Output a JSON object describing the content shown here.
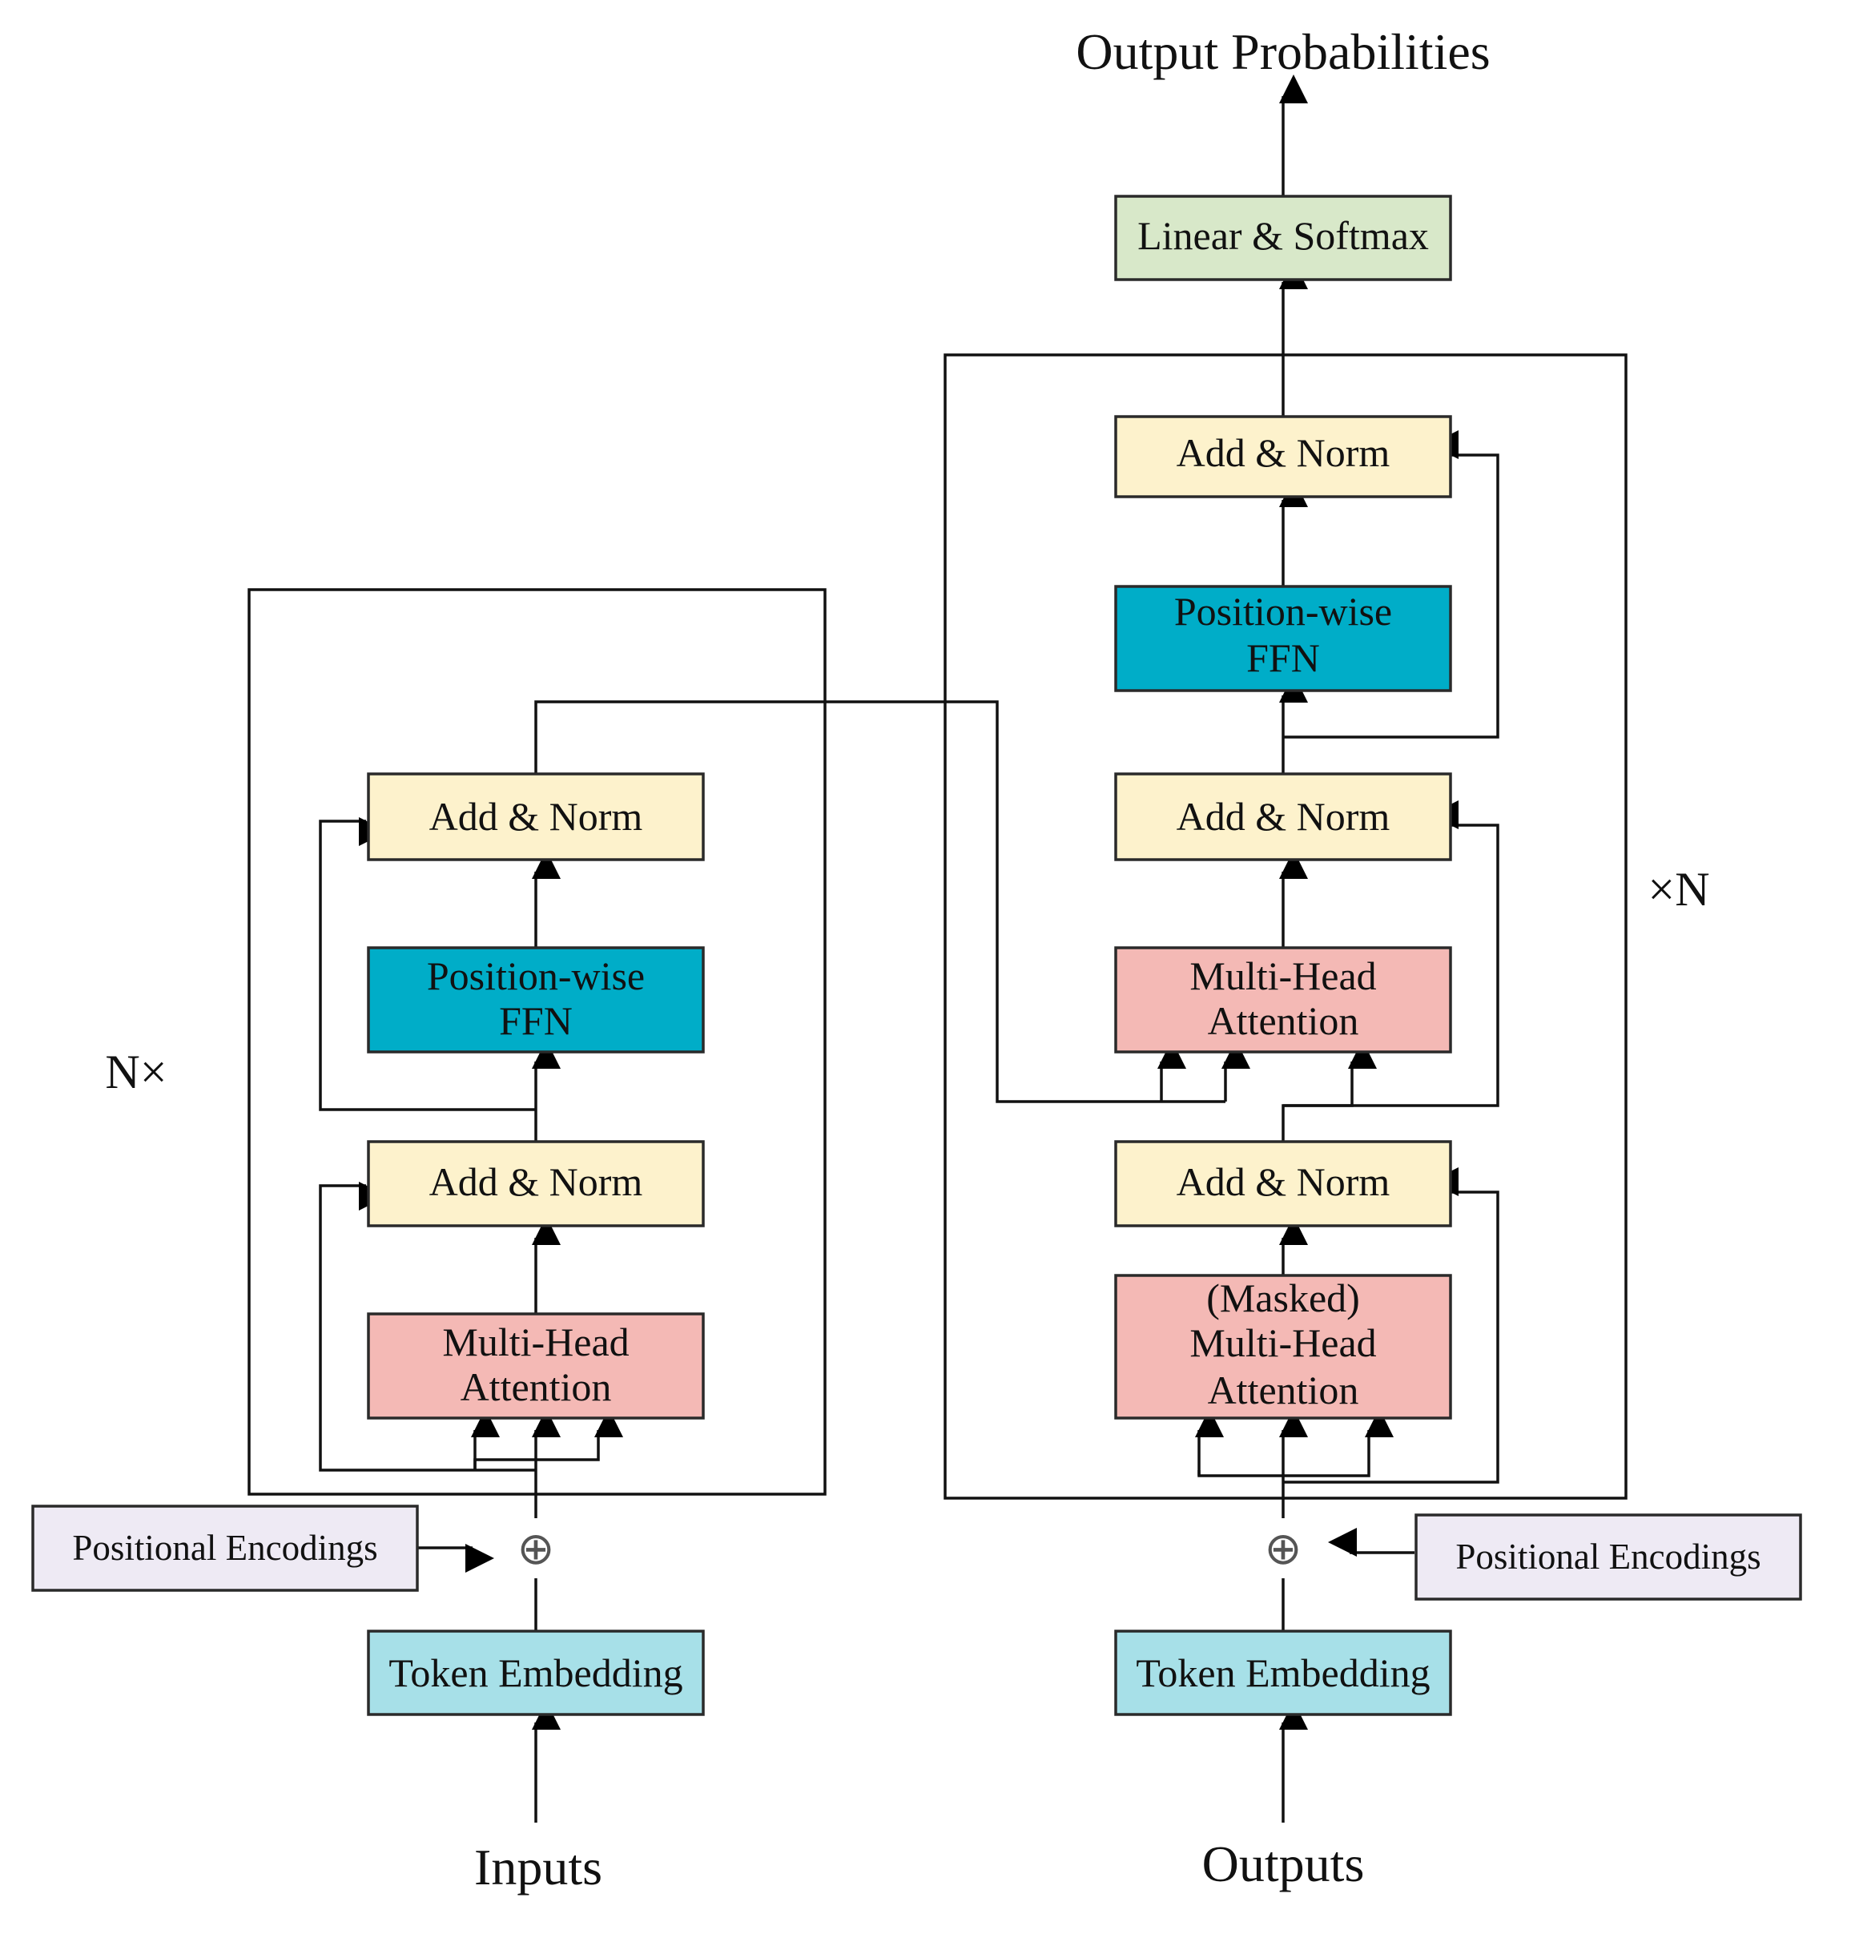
{
  "title": "Output Probabilities",
  "colors": {
    "add_norm": "#fdf2cc",
    "ffn": "#00adc8",
    "attention": "#f4b9b5",
    "linear_softmax": "#d8e8c9",
    "embedding": "#a7e0e8",
    "positional": "#eeeaf4"
  },
  "encoder": {
    "repeat_label": "N×",
    "input_label": "Inputs",
    "token_embedding": "Token Embedding",
    "positional_encodings": "Positional Encodings",
    "add_symbol": "⊕",
    "attention": [
      "Multi-Head",
      "Attention"
    ],
    "add_norm_1": "Add & Norm",
    "ffn": [
      "Position-wise",
      "FFN"
    ],
    "add_norm_2": "Add & Norm"
  },
  "decoder": {
    "repeat_label": "×N",
    "output_label": "Outputs",
    "token_embedding": "Token Embedding",
    "positional_encodings": "Positional Encodings",
    "add_symbol": "⊕",
    "masked_attention": [
      "(Masked)",
      "Multi-Head",
      "Attention"
    ],
    "add_norm_1": "Add & Norm",
    "cross_attention": [
      "Multi-Head",
      "Attention"
    ],
    "add_norm_2": "Add & Norm",
    "ffn": [
      "Position-wise",
      "FFN"
    ],
    "add_norm_3": "Add & Norm",
    "linear_softmax": "Linear & Softmax"
  }
}
